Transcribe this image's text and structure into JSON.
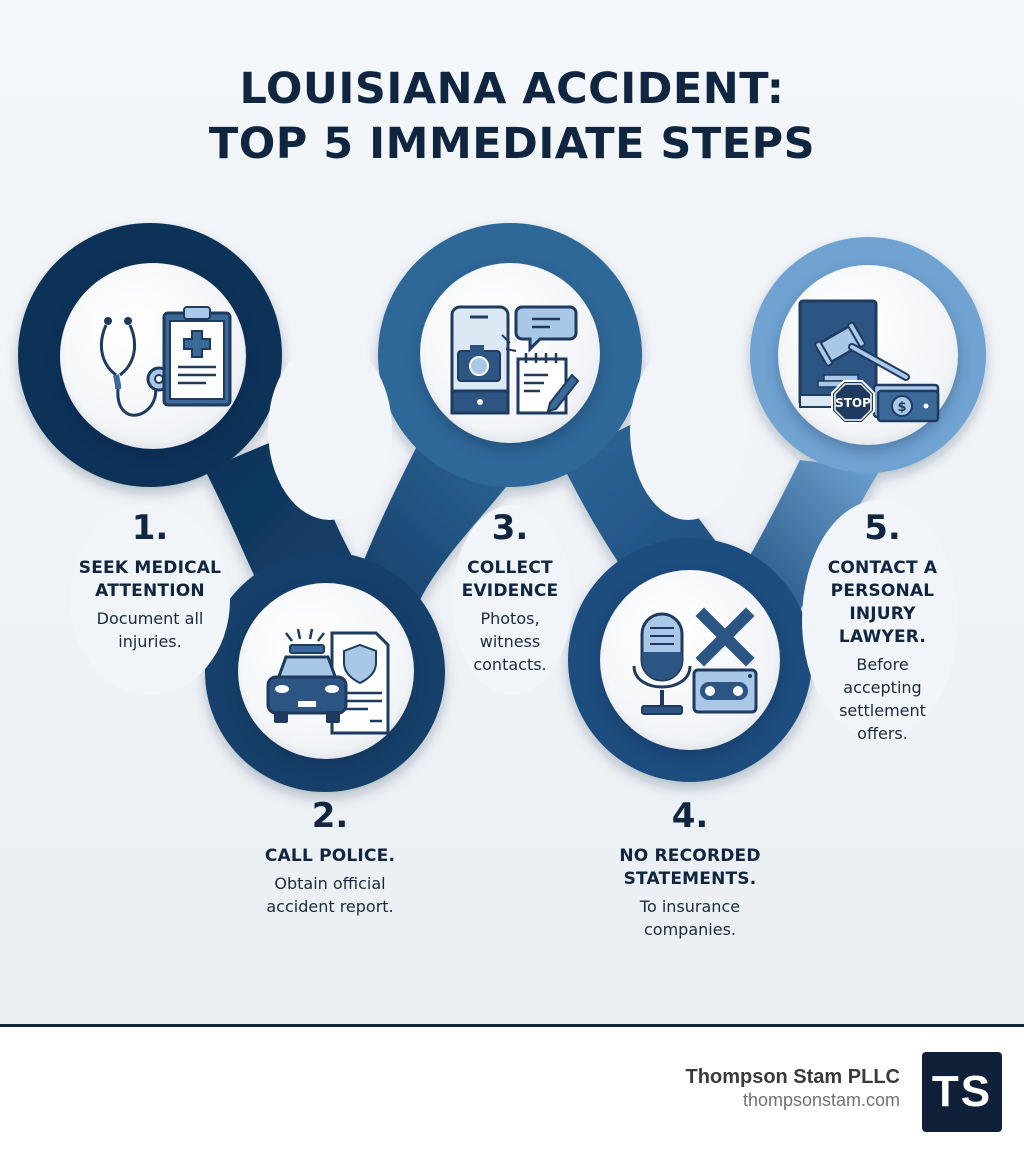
{
  "header": {
    "title_line1": "LOUISIANA ACCIDENT:",
    "title_line2": "TOP 5 IMMEDIATE STEPS"
  },
  "colors": {
    "navy": "#0f2540",
    "step1_ring": "#0e3358",
    "step2_ring": "#15406a",
    "step3_ring": "#2e6798",
    "step4_ring": "#1d4d7e",
    "step5_ring": "#6fa3d2",
    "icon_fill_light": "#a9c8e8",
    "icon_stroke": "#1e3a5f"
  },
  "steps": [
    {
      "number": "1.",
      "heading_line1": "SEEK MEDICAL",
      "heading_line2": "ATTENTION",
      "desc_line1": "Document all",
      "desc_line2": "injuries.",
      "icon": "stethoscope-clipboard-icon"
    },
    {
      "number": "2.",
      "heading_line1": "CALL POLICE.",
      "desc_line1": "Obtain official",
      "desc_line2": "accident report.",
      "icon": "police-car-report-icon"
    },
    {
      "number": "3.",
      "heading_line1": "COLLECT",
      "heading_line2": "EVIDENCE",
      "desc_line1": "Photos,",
      "desc_line2": "witness",
      "desc_line3": "contacts.",
      "icon": "phone-camera-notes-icon"
    },
    {
      "number": "4.",
      "heading_line1": "NO RECORDED",
      "heading_line2": "STATEMENTS.",
      "desc_line1": "To insurance",
      "desc_line2": "companies.",
      "icon": "microphone-no-recording-icon"
    },
    {
      "number": "5.",
      "heading_line1": "CONTACT A",
      "heading_line2": "PERSONAL",
      "heading_line3": "INJURY",
      "heading_line4": "LAWYER.",
      "desc_line1": "Before",
      "desc_line2": "accepting",
      "desc_line3": "settlement",
      "desc_line4": "offers.",
      "icon": "gavel-stop-money-icon",
      "stop_sign_text": "STOP",
      "money_symbol": "$"
    }
  ],
  "footer": {
    "brand_name": "Thompson Stam PLLC",
    "brand_url": "thompsonstam.com",
    "logo_text": "TS"
  }
}
